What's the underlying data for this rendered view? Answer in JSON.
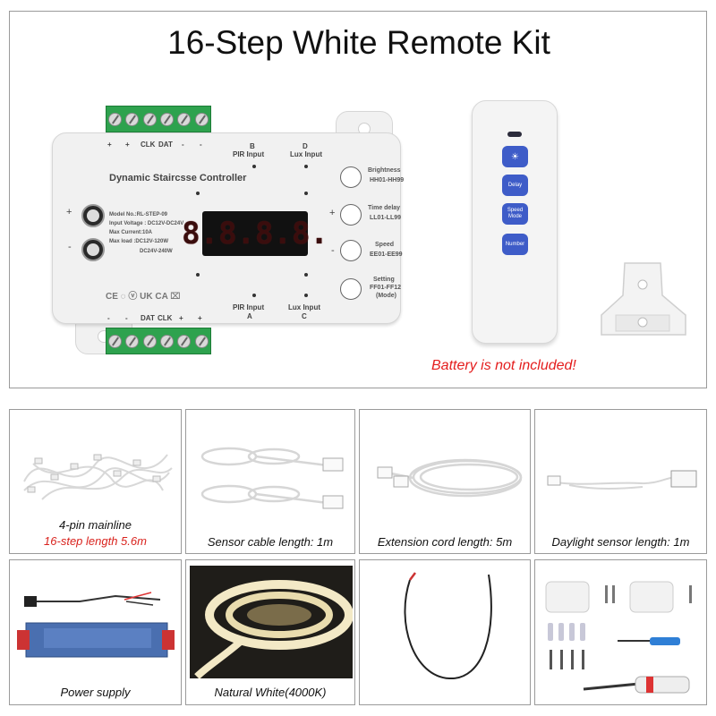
{
  "title": "16-Step White Remote Kit",
  "controller": {
    "name": "Dynamic Staircsse Controller",
    "top_terminal_labels": [
      "+",
      "+",
      "CLK",
      "DAT",
      "-",
      "-"
    ],
    "bottom_terminal_labels": [
      "-",
      "-",
      "DAT",
      "CLK",
      "+",
      "+"
    ],
    "port_b": "B",
    "pir_input_top": "PIR Input",
    "port_d": "D",
    "lux_input_top": "Lux Input",
    "pir_input_bottom": "PIR Input",
    "port_a": "A",
    "lux_input_bottom": "Lux Input",
    "port_c": "C",
    "display_digits": "8.8.8.8.",
    "specs": [
      "Model No.:RL-STEP-09",
      "Input Voltage : DC12V-DC24V",
      "Max Current:10A",
      "Max load :DC12V-120W",
      "DC24V-240W"
    ],
    "certs": "CE  ◌  ⓥ  UK CA  ⌧",
    "buttons": [
      {
        "label": "Brightness",
        "range": "HH01-HH99"
      },
      {
        "label": "Time delay",
        "range": "LL01-LL99"
      },
      {
        "label": "Speed",
        "range": "EE01-EE99"
      },
      {
        "label": "Setting",
        "range": "FF01-FF12",
        "extra": "(Mode)"
      }
    ],
    "plus": "+",
    "minus": "-"
  },
  "remote": {
    "buttons": [
      "☀",
      "Delay",
      "Speed Mode",
      "Number"
    ]
  },
  "battery_note": "Battery is not included!",
  "items": [
    {
      "caption": "4-pin mainline",
      "caption2": "16-step length 5.6m"
    },
    {
      "caption": "Sensor cable length: 1m"
    },
    {
      "caption": "Extension cord length: 5m"
    },
    {
      "caption": "Daylight sensor length: 1m"
    },
    {
      "caption": "Power supply"
    },
    {
      "caption": "Natural White(4000K)"
    },
    {
      "caption": ""
    },
    {
      "caption": ""
    }
  ],
  "colors": {
    "terminal_green": "#2ea24e",
    "remote_button_blue": "#3e5cc8",
    "note_red": "#e41d1d",
    "caption_red": "#d9231e"
  }
}
